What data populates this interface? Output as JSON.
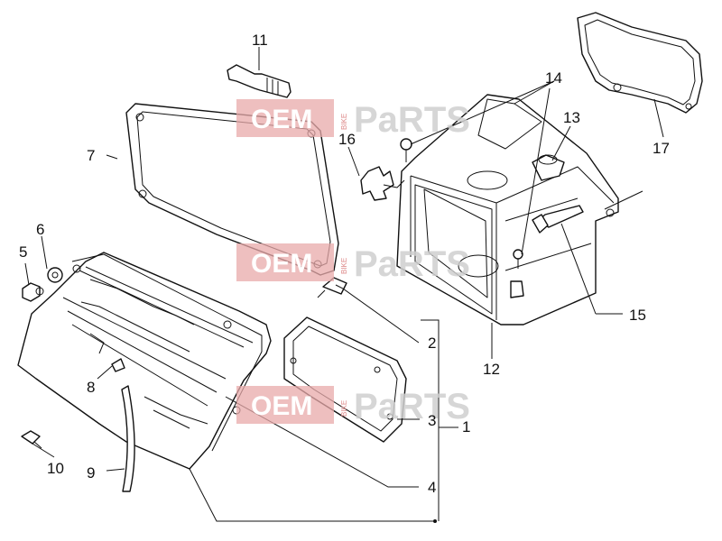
{
  "diagram": {
    "labels": [
      {
        "id": "1",
        "text": "1"
      },
      {
        "id": "2",
        "text": "2"
      },
      {
        "id": "3",
        "text": "3"
      },
      {
        "id": "4",
        "text": "4"
      },
      {
        "id": "5",
        "text": "5"
      },
      {
        "id": "6",
        "text": "6"
      },
      {
        "id": "7",
        "text": "7"
      },
      {
        "id": "8",
        "text": "8"
      },
      {
        "id": "9",
        "text": "9"
      },
      {
        "id": "10",
        "text": "10"
      },
      {
        "id": "11",
        "text": "11"
      },
      {
        "id": "12",
        "text": "12"
      },
      {
        "id": "13",
        "text": "13"
      },
      {
        "id": "14",
        "text": "14"
      },
      {
        "id": "15",
        "text": "15"
      },
      {
        "id": "16",
        "text": "16"
      },
      {
        "id": "17",
        "text": "17"
      }
    ]
  },
  "watermark": {
    "oem": "OEM",
    "bike": "BIKE",
    "parts": "PaRTS",
    "color": "#e8a9a9"
  }
}
